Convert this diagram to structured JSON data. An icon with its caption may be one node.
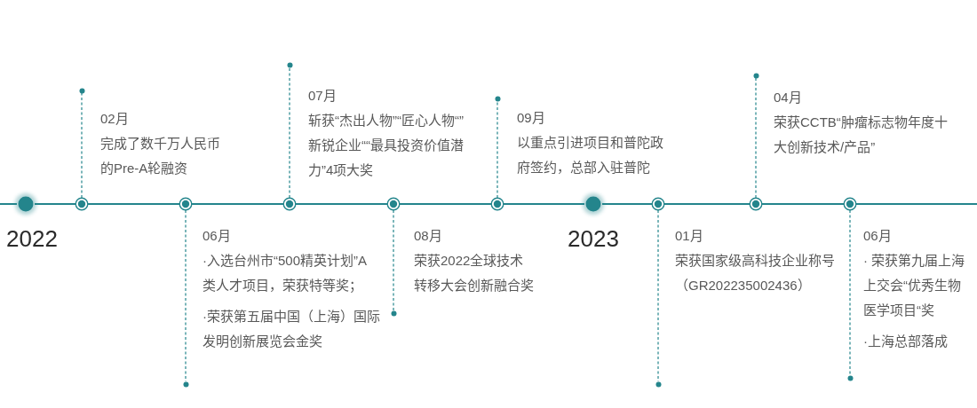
{
  "diagram": {
    "nodes": [
      {
        "text": [],
        "shape": "circle",
        "beside": [
          "2022"
        ]
      },
      {
        "text": [],
        "shape": "circle",
        "beside": [
          "02月",
          "完成了数千万人民币的Pre-A轮融资"
        ]
      },
      {
        "text": [],
        "shape": "circle"
      },
      {
        "text": [],
        "shape": "circle",
        "beside": [
          "06月",
          "·入选台州市“500精英计划”A类人才项目，荣获特等奖；",
          "·荣获第五届中国（上海）国际发明创新展览会金奖"
        ]
      },
      {
        "text": [],
        "shape": "circle"
      },
      {
        "text": [],
        "shape": "circle",
        "beside": [
          "07月",
          "斩获“杰出人物”“匠心人物“”新锐企业““最具投资价值潜力”4项大奖"
        ]
      },
      {
        "text": [],
        "shape": "circle"
      },
      {
        "text": [],
        "shape": "circle",
        "beside": [
          "08月",
          "荣获2022全球技术转移大会创新融合奖"
        ]
      },
      {
        "text": [],
        "shape": "circle"
      },
      {
        "text": [],
        "shape": "circle",
        "beside": [
          "09月",
          "以重点引进项目和普陀政府签约，总部入驻普陀"
        ]
      },
      {
        "text": [],
        "shape": "circle"
      },
      {
        "text": [],
        "shape": "circle",
        "beside": [
          "2023"
        ]
      },
      {
        "text": [],
        "shape": "circle",
        "beside": [
          "01月",
          "荣获国家级高科技企业称号（GR202235002436）"
        ]
      },
      {
        "text": [],
        "shape": "circle"
      },
      {
        "text": [],
        "shape": "circle",
        "beside": [
          "04月",
          "荣获CCTB“肿瘤标志物年度十大创新技术/产品”"
        ]
      },
      {
        "text": [],
        "shape": "circle"
      },
      {
        "text": [],
        "shape": "circle",
        "beside": [
          "06月",
          "· 荣获第九届上海上交会“优秀生物医学项目“奖",
          "·上海总部落成"
        ]
      },
      {
        "text": [],
        "shape": "circle"
      }
    ],
    "edges": [
      {
        "from": null,
        "to": 0,
        "arrow": "none"
      },
      {
        "from": 0,
        "to": 1,
        "arrow": "none"
      },
      {
        "from": 1,
        "to": 3,
        "arrow": "none"
      },
      {
        "from": 3,
        "to": 5,
        "arrow": "none"
      },
      {
        "from": 5,
        "to": 7,
        "arrow": "none"
      },
      {
        "from": 7,
        "to": 9,
        "arrow": "none"
      },
      {
        "from": 9,
        "to": 11,
        "arrow": "none"
      },
      {
        "from": 11,
        "to": 12,
        "arrow": "none"
      },
      {
        "from": 12,
        "to": 14,
        "arrow": "none"
      },
      {
        "from": 14,
        "to": 16,
        "arrow": "none"
      },
      {
        "from": 16,
        "to": null,
        "arrow": "none"
      },
      {
        "from": 1,
        "to": 2,
        "arrow": "none",
        "style": "dashed"
      },
      {
        "from": 3,
        "to": 4,
        "arrow": "none",
        "style": "dashed"
      },
      {
        "from": 5,
        "to": 6,
        "arrow": "none",
        "style": "dashed"
      },
      {
        "from": 7,
        "to": 8,
        "arrow": "none",
        "style": "dashed"
      },
      {
        "from": 9,
        "to": 10,
        "arrow": "none",
        "style": "dashed"
      },
      {
        "from": 12,
        "to": 13,
        "arrow": "none",
        "style": "dashed"
      },
      {
        "from": 14,
        "to": 15,
        "arrow": "none",
        "style": "dashed"
      },
      {
        "from": 16,
        "to": 17,
        "arrow": "none",
        "style": "dashed"
      }
    ]
  }
}
